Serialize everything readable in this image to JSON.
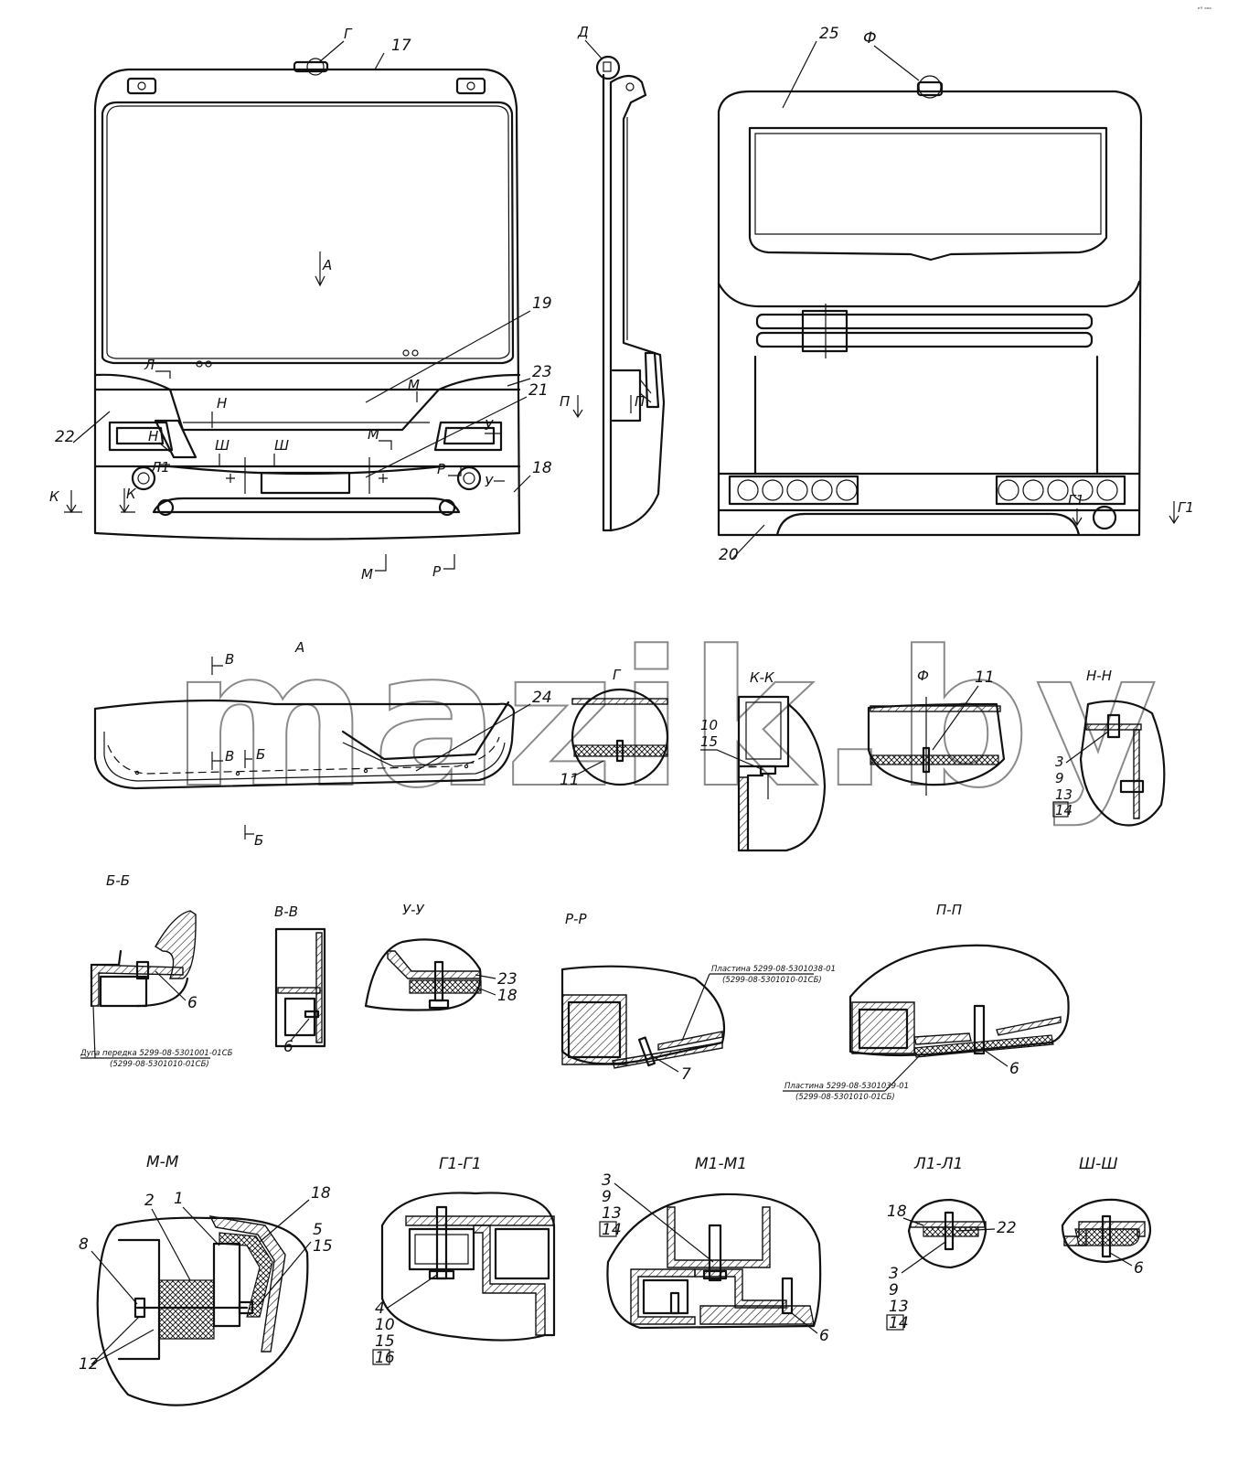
{
  "corner_mark": "ᵉ°  ᵒᵒᵒ",
  "watermark": "mazik.by",
  "views": {
    "front": {
      "labels": [
        "Г",
        "17",
        "19",
        "23",
        "21",
        "22",
        "18",
        "А",
        "Л",
        "Н",
        "Н",
        "Л1",
        "М",
        "М",
        "Ш",
        "Ш",
        "Р",
        "У",
        "У",
        "К",
        "К",
        "М",
        "Р"
      ]
    },
    "side": {
      "labels": [
        "Д",
        "П",
        "П"
      ]
    },
    "rear": {
      "labels": [
        "25",
        "Ф",
        "20",
        "Г1",
        "Г1"
      ]
    }
  },
  "details": {
    "A": {
      "title": "А",
      "labels": [
        "В",
        "В",
        "Б",
        "Б",
        "24"
      ]
    },
    "G": {
      "title": "Г",
      "labels": [
        "11"
      ]
    },
    "KK": {
      "title": "К-К",
      "labels": [
        "10",
        "15"
      ]
    },
    "F": {
      "title": "Ф",
      "labels": [
        "11"
      ]
    },
    "NN": {
      "title": "Н-Н",
      "labels": [
        "3",
        "9",
        "13",
        "14"
      ]
    },
    "BB": {
      "title": "Б-Б",
      "labels": [
        "6"
      ],
      "note1": "Дуга передка 5299-08-5301001-01СБ",
      "note2": "(5299-08-5301010-01СБ)"
    },
    "VV": {
      "title": "В-В",
      "labels": [
        "6"
      ]
    },
    "UU": {
      "title": "У-У",
      "labels": [
        "23",
        "18"
      ]
    },
    "RR": {
      "title": "Р-Р",
      "labels": [
        "7"
      ],
      "note1": "Пластина 5299-08-5301038-01",
      "note2": "(5299-08-5301010-01СБ)"
    },
    "PP": {
      "title": "П-П",
      "labels": [
        "6"
      ],
      "note1": "Пластина 5299-08-5301039-01",
      "note2": "(5299-08-5301010-01СБ)"
    },
    "MM": {
      "title": "М-М",
      "labels": [
        "2",
        "1",
        "18",
        "8",
        "5",
        "15",
        "12"
      ]
    },
    "G1G1": {
      "title": "Г1-Г1",
      "labels": [
        "4",
        "10",
        "15",
        "16"
      ]
    },
    "M1M1": {
      "title": "М1-М1",
      "labels": [
        "3",
        "9",
        "13",
        "14",
        "6"
      ]
    },
    "L1L1": {
      "title": "Л1-Л1",
      "labels": [
        "18",
        "22",
        "3",
        "9",
        "13",
        "14"
      ]
    },
    "SHSH": {
      "title": "Ш-Ш",
      "labels": [
        "6"
      ]
    }
  }
}
